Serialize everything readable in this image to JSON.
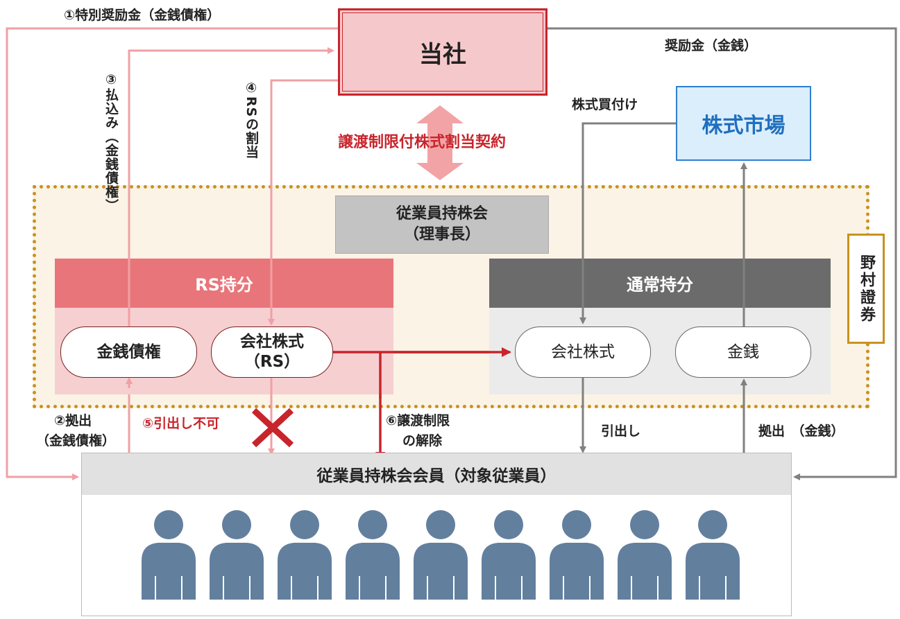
{
  "boxes": {
    "company": "当社",
    "market": "株式市場",
    "esop": {
      "line1": "従業員持株会",
      "line2": "（理事長）"
    },
    "rs_title": "RS持分",
    "normal_title": "通常持分",
    "money_claim": "金銭債権",
    "company_stock_rs": {
      "line1": "会社株式",
      "line2": "（RS）"
    },
    "company_stock": "会社株式",
    "money": "金銭",
    "nomura": "野村證券",
    "members": "従業員持株会会員（対象従業員）"
  },
  "labels": {
    "step1": "①特別奨励金（金銭債権）",
    "bonus_money": "奨励金（金銭）",
    "step3": "③払込み（金銭債権）",
    "step4": "④RSの割当",
    "agreement": "譲渡制限付株式割当契約",
    "buy": "株式買付け",
    "step2_l1": "②拠出",
    "step2_l2": "（金銭債権）",
    "step5": "⑤引出し不可",
    "step6_l1": "⑥譲渡制限",
    "step6_l2": "の解除",
    "withdraw": "引出し",
    "contribute_money": "拠出　（金銭）"
  },
  "colors": {
    "red": "#c8242b",
    "pink_line": "#f0a0a4",
    "gray_line": "#808080",
    "person": "#627f9e",
    "blue": "#1f6fbf"
  },
  "people_count": 9
}
